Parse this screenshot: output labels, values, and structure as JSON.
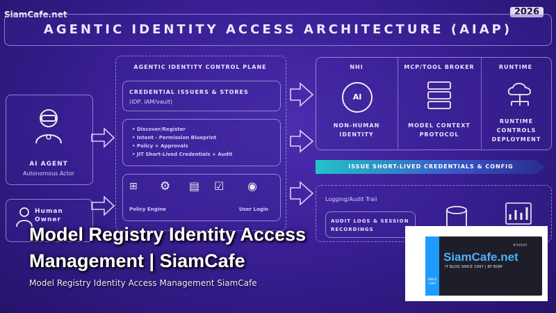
{
  "header": {
    "site": "SiamCafe.net",
    "year": "2026",
    "title": "AGENTIC IDENTITY ACCESS ARCHITECTURE (AIAP)"
  },
  "left": {
    "agent_title": "AI AGENT",
    "agent_sub": "Autonomous Actor",
    "owner_title": "Human Owner"
  },
  "control_plane": {
    "title": "AGENTIC IDENTITY CONTROL PLANE",
    "cred_title": "CREDENTIAL ISSUERS & STORES",
    "cred_sub": "(IDP, IAM/vault)",
    "bullets": [
      "• Discover/Register",
      "• Intent - Permission Blueprint",
      "• Policy + Approvals",
      "• JIT Short-Lived Credentials + Audit"
    ],
    "policy_engine": "Policy Engine",
    "user_login": "User Login"
  },
  "right": {
    "nhi_title": "NHI",
    "nhi_label": "NON-HUMAN IDENTITY",
    "mcp_title": "MCP/TOOL BROKER",
    "mcp_label": "MODEL CONTEXT PROTOCOL",
    "runtime_title": "RUNTIME",
    "runtime_label": "RUNTIME CONTROLS DEPLOYMENT",
    "issue_bar": "ISSUE SHORT-LIVED CREDENTIALS & CONFIG",
    "logging": "Logging/Audit Trail",
    "audit": "AUDIT LOGS & SESSION RECORDINGS"
  },
  "overlay": {
    "title_line1": "Model Registry Identity Access",
    "title_line2": "Management | SiamCafe",
    "banner": "Model Registry Identity Access Management SiamCafe"
  },
  "logo": {
    "tag": "#4d94ff",
    "name": "SiamCafe.net",
    "tagline": "IT BLOG SINCE 1997 | BY BOM",
    "since": "SINCE 1997",
    "accent": "#1e9bff"
  }
}
